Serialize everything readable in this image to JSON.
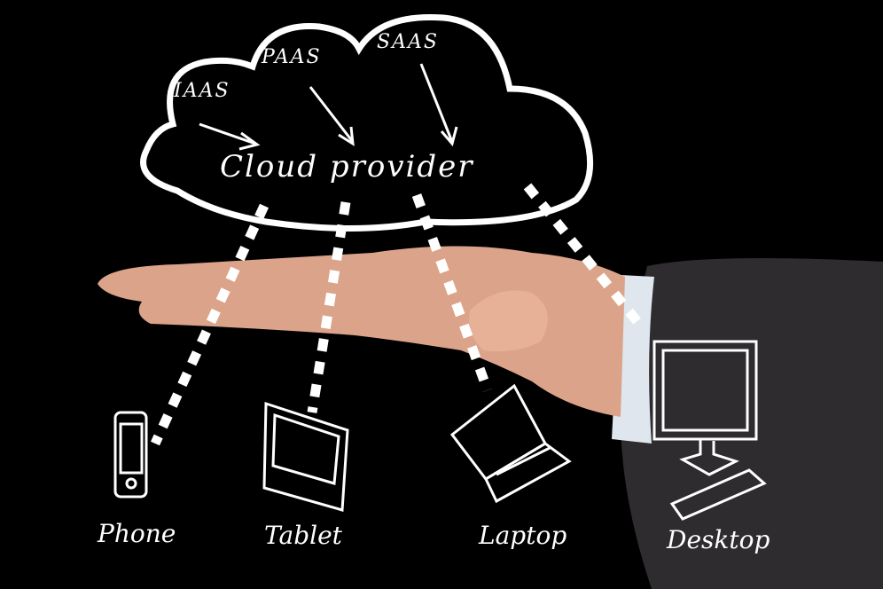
{
  "cloud": {
    "title": "Cloud provider",
    "services": [
      "IAAS",
      "PAAS",
      "SAAS"
    ]
  },
  "devices": [
    "Phone",
    "Tablet",
    "Laptop",
    "Desktop"
  ],
  "colors": {
    "background": "#000000",
    "line": "#ffffff",
    "skin": "#e0a68a",
    "sleeve": "#2e2c2e",
    "cuff": "#dfe6ee"
  }
}
